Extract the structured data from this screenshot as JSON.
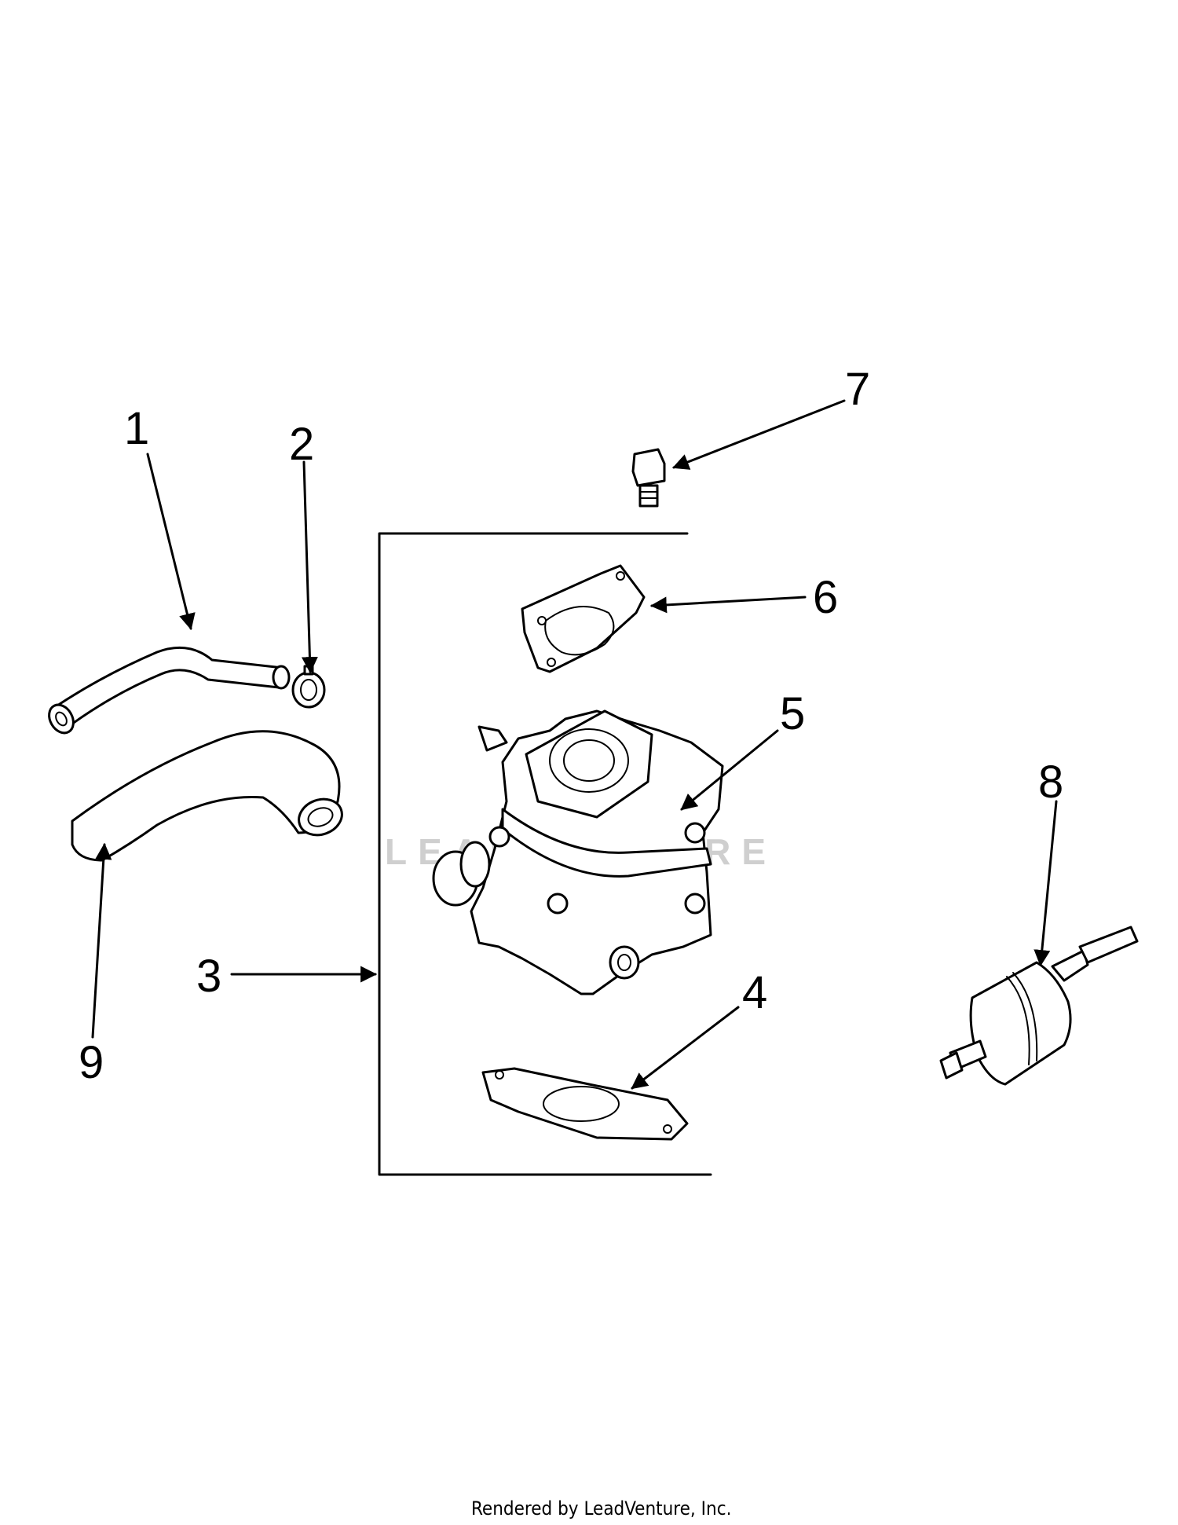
{
  "watermark": "LEADVENTURE",
  "callouts": [
    {
      "id": "1",
      "label": "1"
    },
    {
      "id": "2",
      "label": "2"
    },
    {
      "id": "3",
      "label": "3"
    },
    {
      "id": "4",
      "label": "4"
    },
    {
      "id": "5",
      "label": "5"
    },
    {
      "id": "6",
      "label": "6"
    },
    {
      "id": "7",
      "label": "7"
    },
    {
      "id": "8",
      "label": "8"
    },
    {
      "id": "9",
      "label": "9"
    }
  ],
  "footer": "Rendered by LeadVenture, Inc."
}
